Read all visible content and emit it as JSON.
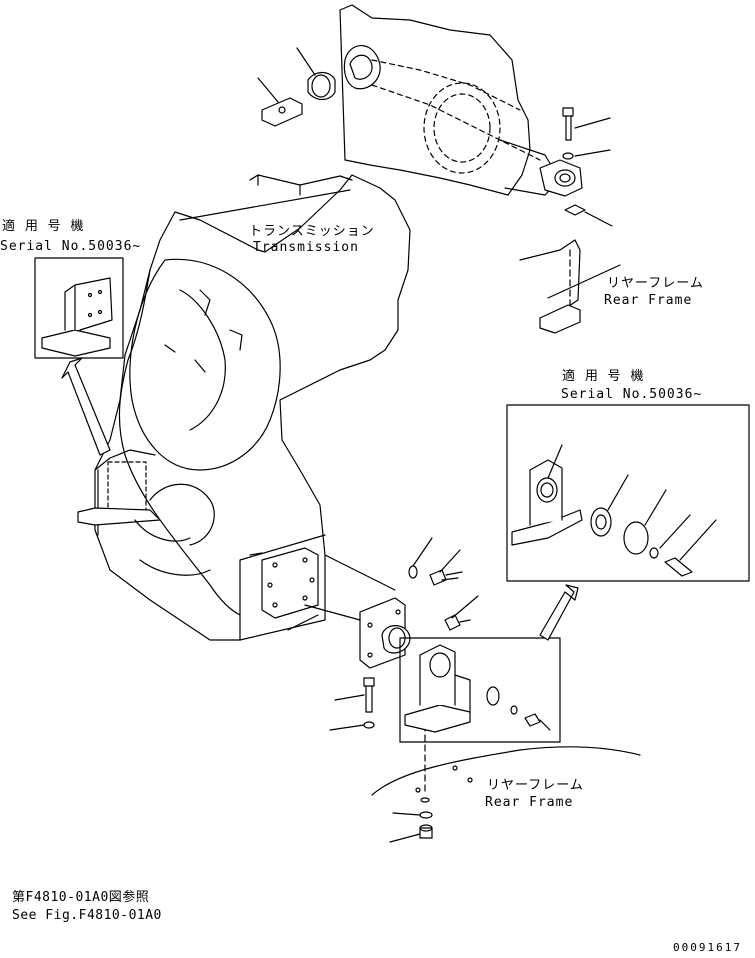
{
  "labels": {
    "transmission_jp": "トランスミッション",
    "transmission_en": "Transmission",
    "rear_frame_top_jp": "リヤーフレーム",
    "rear_frame_top_en": "Rear Frame",
    "rear_frame_bottom_jp": "リヤーフレーム",
    "rear_frame_bottom_en": "Rear Frame",
    "applicable_left_jp": "適 用 号 機",
    "applicable_left_serial": "Serial No.50036~",
    "applicable_right_jp": "適 用 号 機",
    "applicable_right_serial": "Serial No.50036~"
  },
  "reference": {
    "line1": "第F4810-01A0図参照",
    "line2": "See Fig.F4810-01A0"
  },
  "drawing_code": "00091617"
}
